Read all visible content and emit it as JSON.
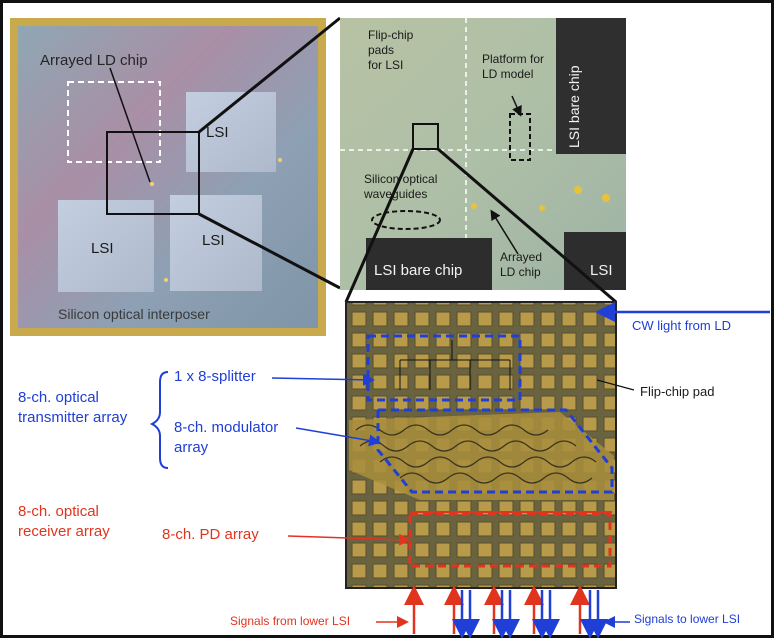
{
  "colors": {
    "blue": "#1f3fd6",
    "red": "#e0341f",
    "black": "#111111",
    "interposer_gold": "#c9a94a",
    "chip_gray": "#3a3a3a"
  },
  "photo1": {
    "arrayed_ld_chip": "Arrayed LD chip",
    "lsi_top_right": "LSI",
    "lsi_bottom_left": "LSI",
    "lsi_bottom_right": "LSI",
    "interposer": "Silicon optical interposer"
  },
  "photo2": {
    "flip_chip_pads_line1": "Flip-chip",
    "flip_chip_pads_line2": "pads",
    "flip_chip_pads_line3": "for LSI",
    "platform_line1": "Platform for",
    "platform_line2": "LD model",
    "lsi_bare_chip_side": "LSI bare chip",
    "waveguides_line1": "Silicon optical",
    "waveguides_line2": "waveguides",
    "lsi_bare_chip_bottom": "LSI bare chip",
    "arrayed_ld_line1": "Arrayed",
    "arrayed_ld_line2": "LD chip",
    "lsi_corner": "LSI"
  },
  "photo3": {
    "cw_light": "CW light from LD",
    "flip_chip_pad": "Flip-chip pad",
    "splitter": "1 x 8-splitter",
    "modulator_line1": "8-ch. modulator",
    "modulator_line2": "array",
    "pd_array": "8-ch. PD array",
    "tx_line1": "8-ch. optical",
    "tx_line2": "transmitter array",
    "rx_line1": "8-ch. optical",
    "rx_line2": "receiver array",
    "signals_from": "Signals from lower LSI",
    "signals_to": "Signals to lower LSI"
  }
}
